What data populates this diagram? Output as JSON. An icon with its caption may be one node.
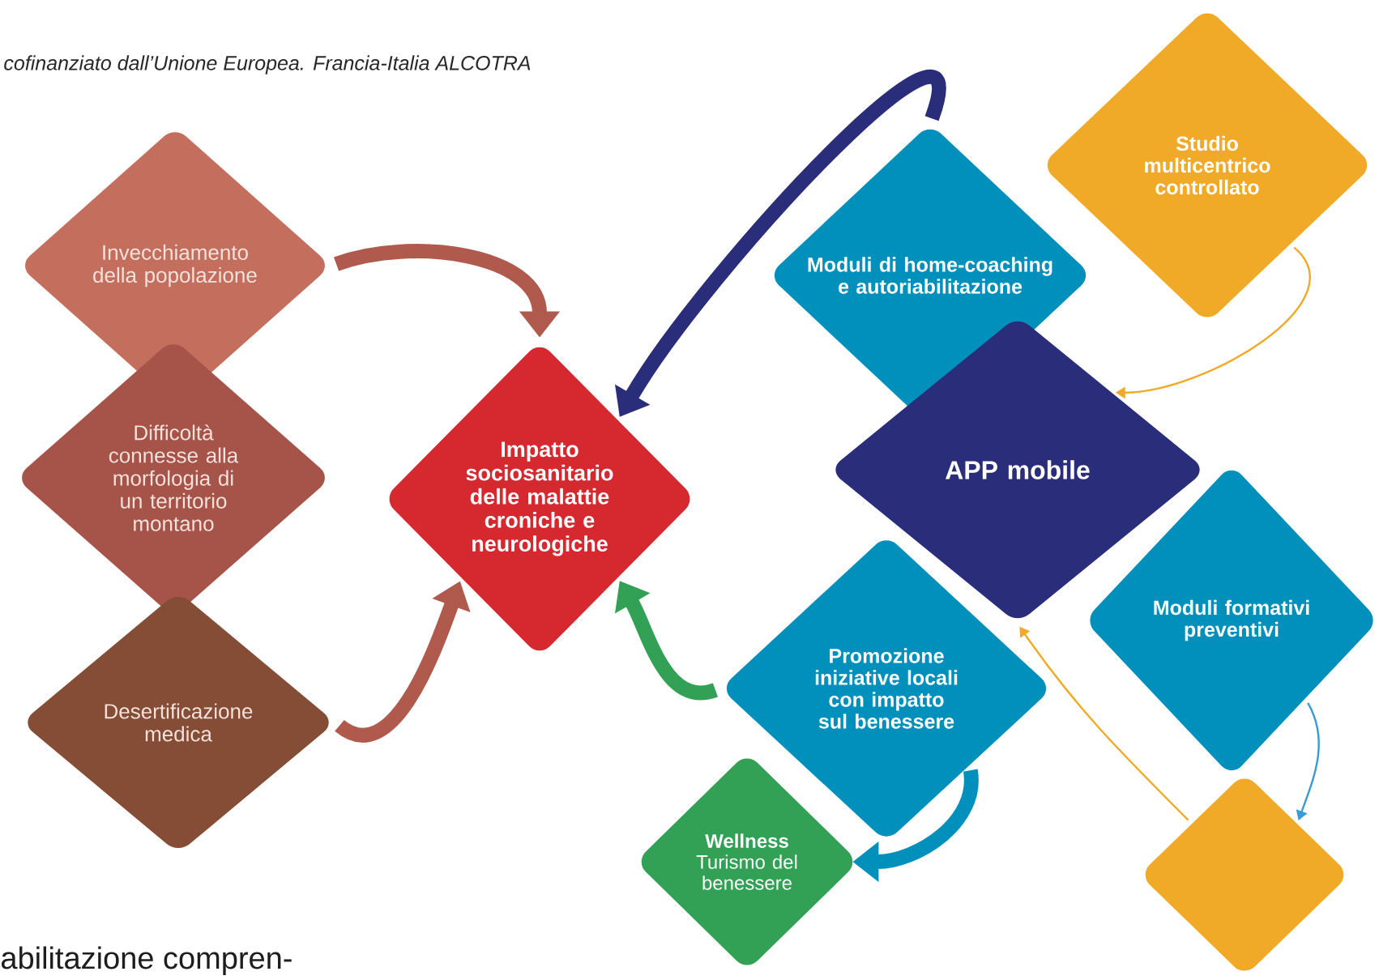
{
  "diagram": {
    "caption": "cofinanziato dall’Unione Europea. Francia-Italia ALCOTRA",
    "nodes": [
      {
        "text": [
          "Invecchiamento della popolazione"
        ]
      },
      {
        "text": [
          "Difficoltà connesse alla morfologia di un territorio montano"
        ]
      },
      {
        "text": [
          "Desertificazione medica"
        ]
      },
      {
        "text": [
          "Impatto sociosanitario delle malattie croniche e neurologiche"
        ]
      },
      {
        "text": [
          "Moduli di home-coaching e autoriabilitazione"
        ]
      },
      {
        "text": [
          "Studio multicentrico controllato"
        ]
      },
      {
        "text": [
          "APP mobile"
        ]
      },
      {
        "text": [
          "Moduli formativi preventivi"
        ]
      },
      {
        "text": [
          "Promozione iniziative locali con impatto sul benessere"
        ]
      },
      {
        "text": [
          "Wellness",
          "Turismo del benessere"
        ]
      },
      {
        "text": [],
        "shape": "diamond"
      }
    ],
    "edges": [
      {
        "from": 0,
        "to": 3,
        "arrow": "to",
        "color": "#b05a4e"
      },
      {
        "from": 2,
        "to": 3,
        "arrow": "to",
        "color": "#b05a4e"
      },
      {
        "from": 4,
        "to": 3,
        "arrow": "to",
        "color": "#2a2e7a"
      },
      {
        "from": 5,
        "to": 6,
        "arrow": "to",
        "color": "#f0aa27"
      },
      {
        "from": 8,
        "to": 3,
        "arrow": "to",
        "color": "#33a155"
      },
      {
        "from": 8,
        "to": 9,
        "arrow": "to",
        "color": "#0090bb"
      },
      {
        "from": 7,
        "to": 10,
        "arrow": "to",
        "color": "#3a9ad6"
      },
      {
        "from": 10,
        "to": 6,
        "arrow": "to",
        "color": "#f0aa27"
      }
    ],
    "labels": [
      "abilitazione compren-"
    ]
  }
}
